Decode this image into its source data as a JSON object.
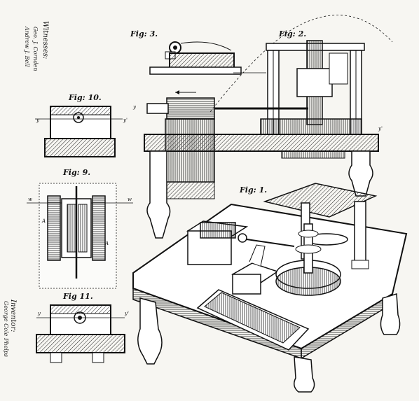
{
  "figures": {
    "fig1": "Fig: 1.",
    "fig2": "Fig: 2.",
    "fig3": "Fig: 3.",
    "fig9": "Fig: 9.",
    "fig10": "Fig: 10.",
    "fig11": "Fig 11."
  },
  "witnesses": {
    "heading": "Witnesses:",
    "name1": "Geo. J. Cornden",
    "name2": "Andrew J. Bell"
  },
  "inventor": {
    "heading": "Inventor:",
    "name": "George Cole Phelps"
  },
  "colors": {
    "ink": "#111111",
    "paper": "#f7f6f2"
  }
}
